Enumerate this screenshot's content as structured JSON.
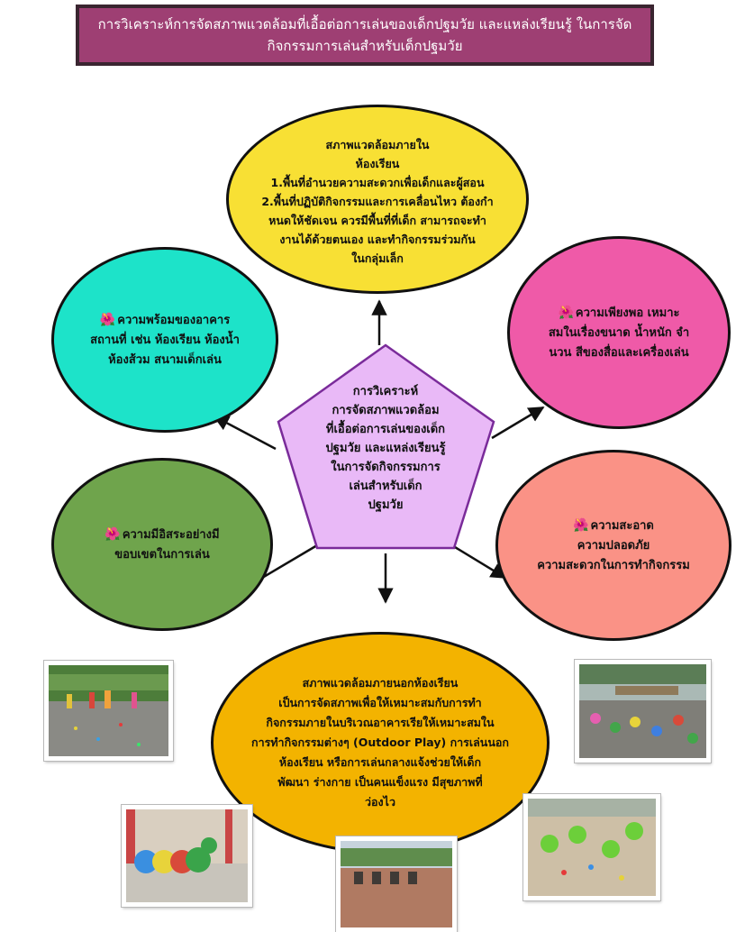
{
  "title": {
    "line1": "การวิเคราะห์การจัดสภาพแวดล้อมที่เอื้อต่อการเล่นของเด็กปฐมวัย และแหล่งเรียนรู้ ในการจัด",
    "line2": "กิจกรรมการเล่นสำหรับเด็กปฐมวัย"
  },
  "center": {
    "lines": [
      "การวิเคราะห์",
      "การจัดสภาพแวดล้อม",
      "ที่เอื้อต่อการเล่นของเด็ก",
      "ปฐมวัย และแหล่งเรียนรู้",
      "ในการจัดกิจกรรมการ",
      "เล่นสำหรับเด็ก",
      "ปฐมวัย"
    ]
  },
  "nodes": {
    "top": {
      "lines": [
        "สภาพแวดล้อมภายใน",
        "ห้องเรียน",
        "1.พื้นที่อำนวยความสะดวกเพื่อเด็กและผู้สอน",
        "2.พื้นที่ปฏิบัติกิจกรรมและการเคลื่อนไหว ต้องกำ",
        "หนดให้ชัดเจน ควรมีพื้นที่ที่เด็ก สามารถจะทำ",
        "งานได้ด้วยตนเอง และทำกิจกรรมร่วมกัน",
        "ในกลุ่มเล็ก"
      ]
    },
    "top_left": {
      "lines": [
        "ความพร้อมของอาคาร",
        "สถานที่ เช่น ห้องเรียน ห้องน้ำ",
        "ห้องส้วม สนามเด็กเล่น"
      ]
    },
    "top_right": {
      "lines": [
        "ความเพียงพอ เหมาะ",
        "สมในเรื่องขนาด น้ำหนัก จำ",
        "นวน สีของสื่อและเครื่องเล่น"
      ]
    },
    "bottom_left": {
      "lines": [
        "ความมีอิสระอย่างมี",
        "ขอบเขตในการเล่น"
      ]
    },
    "bottom_right": {
      "lines": [
        "ความสะอาด",
        "ความปลอดภัย",
        "ความสะดวกในการทำกิจกรรม"
      ]
    },
    "bottom": {
      "lines": [
        "สภาพแวดล้อมภายนอกห้องเรียน",
        "เป็นการจัดสภาพเพื่อให้เหมาะสมกับการทำ",
        "กิจกรรมภายในบริเวณอาคารเรียให้เหมาะสมใน",
        "การทำกิจกรรมต่างๆ (Outdoor Play) การเล่นนอก",
        "ห้องเรียน หรือการเล่นกลางแจ้งช่วยให้เด็ก",
        "พัฒนา ร่างกาย เป็นคนแข็งแรง มีสุขภาพที่",
        "ว่องไว"
      ]
    }
  },
  "colors": {
    "title_bg": "#9e3f73",
    "top": "#f8e034",
    "top_left": "#1de3c9",
    "top_right": "#ef5aa8",
    "bottom_left": "#6fa44c",
    "bottom_right": "#fa9286",
    "bottom": "#f3b300",
    "center": "#e9b9f7",
    "center_border": "#7a2b9a"
  },
  "icons": {
    "bullet": "hibiscus-flower-icon"
  },
  "photos": [
    "playground-photo",
    "outdoor-children-group-photo",
    "caterpillar-tunnel-photo",
    "garden-path-photo",
    "children-floor-play-photo"
  ]
}
